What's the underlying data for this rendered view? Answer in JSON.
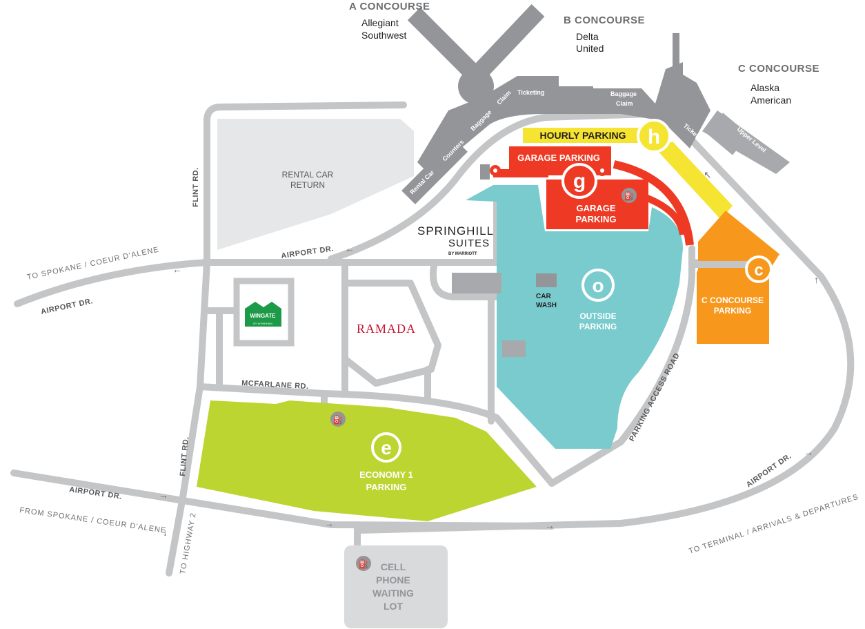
{
  "concourses": [
    {
      "name": "A CONCOURSE",
      "airlines": [
        "Allegiant",
        "Southwest"
      ]
    },
    {
      "name": "B CONCOURSE",
      "airlines": [
        "Delta",
        "United"
      ]
    },
    {
      "name": "C CONCOURSE",
      "airlines": [
        "Alaska",
        "American"
      ]
    }
  ],
  "terminal_labels": {
    "ticketing_b": "Ticketing",
    "baggage_b": [
      "Baggage",
      "Claim"
    ],
    "baggage_a": [
      "Baggage",
      "Claim"
    ],
    "rental_counters": [
      "Rental Car",
      "Counters"
    ],
    "ticketing_c": "Ticketing",
    "upper_level": "Upper Level"
  },
  "parking": {
    "hourly": {
      "label": "HOURLY PARKING",
      "badge": "h",
      "color": "#f5e431"
    },
    "garage_top": {
      "label": "GARAGE PARKING",
      "badge": "g",
      "color": "#ee3a24"
    },
    "garage_lower": [
      "GARAGE",
      "PARKING"
    ],
    "outside": {
      "label": [
        "OUTSIDE",
        "PARKING"
      ],
      "badge": "o",
      "color": "#79cbce"
    },
    "c_concourse": {
      "label": [
        "C CONCOURSE",
        "PARKING"
      ],
      "badge": "c",
      "color": "#f7981d"
    },
    "economy": {
      "label": [
        "ECONOMY 1",
        "PARKING"
      ],
      "badge": "e",
      "color": "#bcd531"
    },
    "cell_phone": {
      "label": [
        "CELL",
        "PHONE",
        "WAITING",
        "LOT"
      ]
    }
  },
  "places": {
    "rental_return": [
      "RENTAL CAR",
      "RETURN"
    ],
    "springhill": [
      "SPRINGHILL",
      "SUITES",
      "BY MARRIOTT"
    ],
    "ramada": "RAMADA",
    "wingate": [
      "WINGATE",
      "BY WYNDHAM"
    ],
    "car_wash": [
      "CAR",
      "WASH"
    ]
  },
  "roads": {
    "flint_top": "FLINT RD.",
    "flint_bottom": "FLINT RD.",
    "airport_dr_upper": "AIRPORT DR.",
    "airport_dr_west": "AIRPORT DR.",
    "to_spokane": "TO SPOKANE / COEUR D'ALENE",
    "mcfarlane": "MCFARLANE RD.",
    "airport_dr_south": "AIRPORT DR.",
    "from_spokane": "FROM SPOKANE / COEUR D'ALENE",
    "to_highway": "TO HIGHWAY 2",
    "parking_access": "PARKING ACCESS ROAD",
    "airport_dr_east": "AIRPORT DR.",
    "to_terminal": "TO TERMINAL / ARRIVALS & DEPARTURES"
  }
}
